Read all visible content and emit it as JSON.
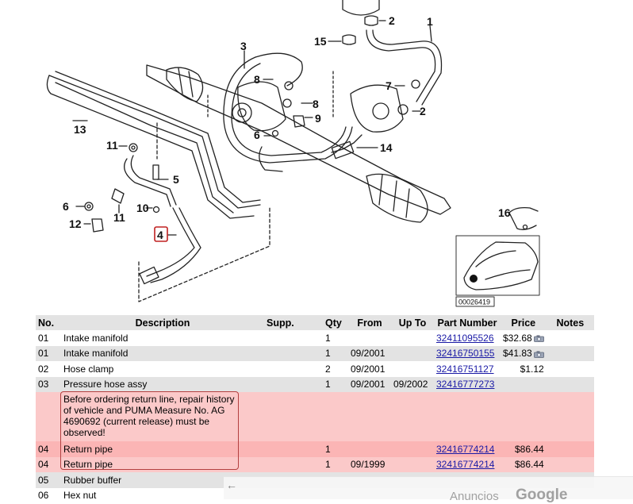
{
  "diagram": {
    "callouts": [
      "1",
      "2",
      "3",
      "15",
      "2",
      "7",
      "8",
      "8",
      "9",
      "13",
      "14",
      "11",
      "5",
      "6",
      "11",
      "10",
      "6",
      "12",
      "4",
      "16"
    ],
    "highlighted_callout": "4",
    "image_id": "00026419"
  },
  "table": {
    "headers": [
      "No.",
      "Description",
      "Supp.",
      "Qty",
      "From",
      "Up To",
      "Part Number",
      "Price",
      "Notes"
    ],
    "rows": [
      {
        "no": "01",
        "desc": "Intake manifold",
        "supp": "",
        "qty": "1",
        "from": "",
        "upto": "",
        "pn": "32411095526",
        "price": "$32.68",
        "camera": true,
        "style": ""
      },
      {
        "no": "01",
        "desc": "Intake manifold",
        "supp": "",
        "qty": "1",
        "from": "09/2001",
        "upto": "",
        "pn": "32416750155",
        "price": "$41.83",
        "camera": true,
        "style": "alt"
      },
      {
        "no": "02",
        "desc": "Hose clamp",
        "supp": "",
        "qty": "2",
        "from": "09/2001",
        "upto": "",
        "pn": "32416751127",
        "price": "$1.12",
        "camera": false,
        "style": ""
      },
      {
        "no": "03",
        "desc": "Pressure hose assy",
        "supp": "",
        "qty": "1",
        "from": "09/2001",
        "upto": "09/2002",
        "pn": "32416777273",
        "price": "",
        "camera": false,
        "style": "alt"
      },
      {
        "no": "",
        "desc": "Before ordering return line, repair history of vehicle and PUMA Measure No. AG 4690692 (current release) must be observed!",
        "supp": "",
        "qty": "",
        "from": "",
        "upto": "",
        "pn": "",
        "price": "",
        "camera": false,
        "style": "note"
      },
      {
        "no": "04",
        "desc": "Return pipe",
        "supp": "",
        "qty": "1",
        "from": "",
        "upto": "",
        "pn": "32416774214",
        "price": "$86.44",
        "camera": false,
        "style": "pink"
      },
      {
        "no": "04",
        "desc": "Return pipe",
        "supp": "",
        "qty": "1",
        "from": "09/1999",
        "upto": "",
        "pn": "32416774214",
        "price": "$86.44",
        "camera": false,
        "style": "pink2"
      },
      {
        "no": "05",
        "desc": "Rubber buffer",
        "supp": "",
        "qty": "",
        "from": "",
        "upto": "",
        "pn": "",
        "price": "",
        "camera": false,
        "style": "alt"
      },
      {
        "no": "06",
        "desc": "Hex nut",
        "supp": "",
        "qty": "",
        "from": "",
        "upto": "",
        "pn": "",
        "price": "",
        "camera": false,
        "style": ""
      }
    ]
  },
  "ad_bar": {
    "back_icon": "back-arrow-icon",
    "label": "Anuncios",
    "brand": "Google"
  }
}
